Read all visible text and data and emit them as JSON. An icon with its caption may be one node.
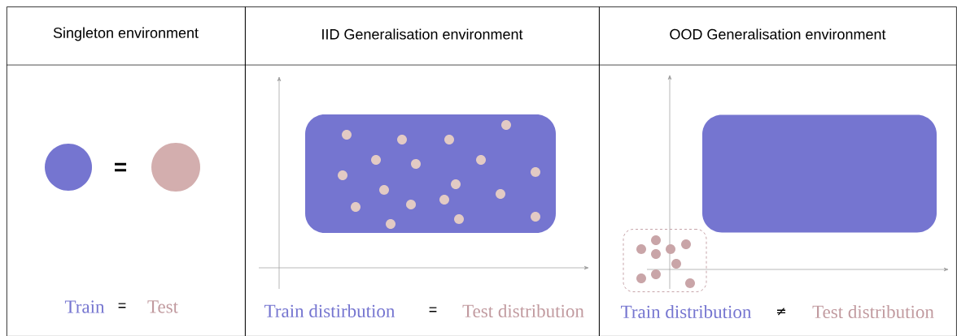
{
  "diagram": {
    "nodes": [
      {
        "text": [
          "Singleton environment"
        ]
      },
      {
        "text": [],
        "shape": "circle",
        "in": 0
      },
      {
        "text": [],
        "shape": "circle",
        "in": 0
      },
      {
        "text": [
          "IID Generalisation environment"
        ]
      },
      {
        "text": [],
        "shape": "box",
        "in": 3
      },
      {
        "text": [
          "OOD Generalisation environment"
        ]
      },
      {
        "text": [],
        "shape": "box",
        "in": 5
      },
      {
        "text": [],
        "shape": "box",
        "in": 5
      }
    ],
    "edges": [],
    "labels": [
      "=",
      "Train",
      "=",
      "Test",
      "Train distirbution",
      "=",
      "Test distribution",
      "Train distribution",
      "≠",
      "Test distribution"
    ]
  }
}
